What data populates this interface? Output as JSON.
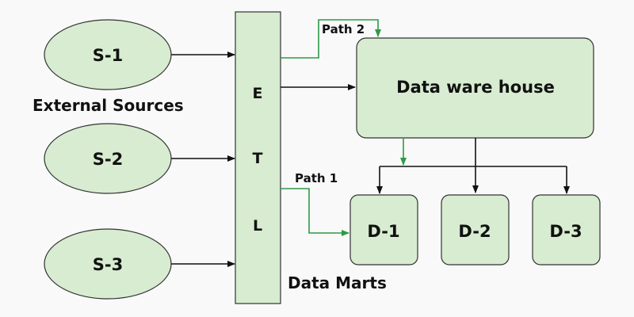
{
  "colors": {
    "node_fill": "#d7ecd0",
    "node_stroke": "#333333",
    "arrow_black": "#111111",
    "arrow_green": "#2e9a47",
    "background": "#f9f9f9"
  },
  "sources": [
    {
      "label": "S-1"
    },
    {
      "label": "S-2"
    },
    {
      "label": "S-3"
    }
  ],
  "sources_caption": "External Sources",
  "etl": {
    "letters": [
      "E",
      "T",
      "L"
    ]
  },
  "warehouse": {
    "label": "Data ware house"
  },
  "marts": [
    {
      "label": "D-1"
    },
    {
      "label": "D-2"
    },
    {
      "label": "D-3"
    }
  ],
  "marts_caption": "Data Marts",
  "paths": {
    "path1": "Path 1",
    "path2": "Path 2"
  }
}
